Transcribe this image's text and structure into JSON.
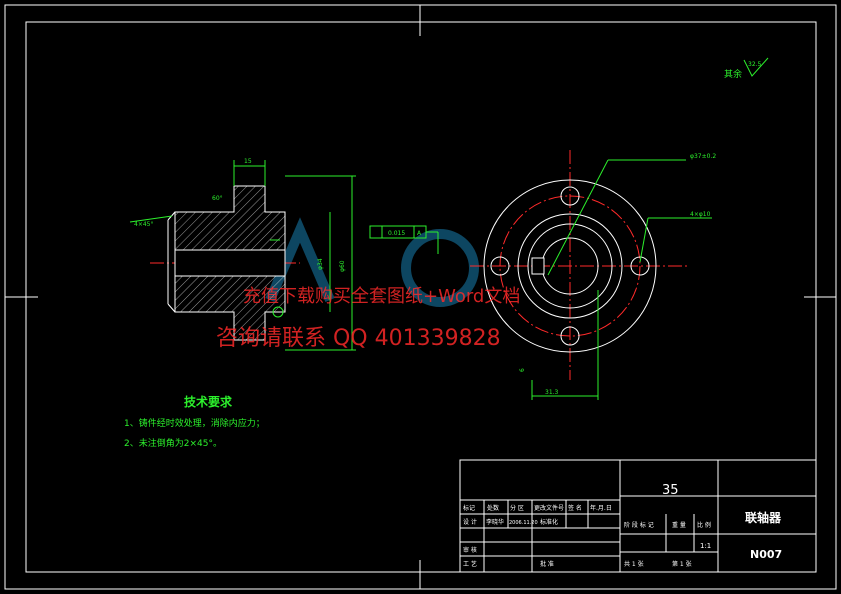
{
  "drawing": {
    "surface_roughness": {
      "label": "其余",
      "value": "32.5"
    },
    "technical_requirements": {
      "title": "技术要求",
      "items": [
        "1、铸件经时效处理，消除内应力；",
        "2、未注倒角为2×45°。"
      ]
    },
    "dimensions": {
      "width_top": "15",
      "chamfer": "4×45°",
      "angle": "60°",
      "d1": "φ34",
      "d2": "φ60",
      "tol": "0.015",
      "ref": "A",
      "bolt_circle": "φ37±0.2",
      "holes": "4×φ10",
      "keyway": "31.3",
      "width": "6"
    }
  },
  "title_block": {
    "material": "35",
    "part_name": "联轴器",
    "drawing_no": "N007",
    "scale": "1:1",
    "headers": [
      "标记",
      "处数",
      "分 区",
      "更改文件号",
      "签 名",
      "年.月.日"
    ],
    "design_row": [
      "设 计",
      "李晓华",
      "2006.11.20",
      "标准化"
    ],
    "review_label": "审 核",
    "process_label": "工 艺",
    "approve_label": "批 准",
    "stage_labels": [
      "阶 段 标 记",
      "重 量",
      "比 例"
    ],
    "sheets": [
      "共 1 张",
      "第 1 张"
    ]
  },
  "watermark": {
    "line1": "充值下载购买全套图纸+Word文档",
    "line2": "咨询请联系 QQ 401339828"
  },
  "colors": {
    "outline": "#ffffff",
    "center_line": "#ff2a2a",
    "dim": "#2cf02c"
  }
}
